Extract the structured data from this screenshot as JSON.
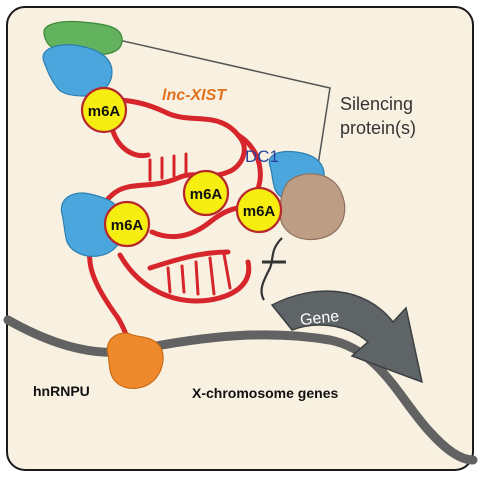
{
  "labels": {
    "lnc_xist": "lnc-XIST",
    "silencing_line1": "Silencing",
    "silencing_line2": "protein(s)",
    "dc1": "DC1",
    "gene": "Gene",
    "hnrnpu": "hnRNPU",
    "x_chromosome_genes": "X-chromosome genes"
  },
  "m6a_sites": [
    {
      "label": "m6A"
    },
    {
      "label": "m6A"
    },
    {
      "label": "m6A"
    },
    {
      "label": "m6A"
    }
  ],
  "colors": {
    "panel_background": "#f8f1e1",
    "panel_border": "#1a1a1a",
    "rna": "#d7262b",
    "m6a_fill": "#f7ee11",
    "m6a_stroke": "#b7282d",
    "blue_protein": "#4aa6dc",
    "green_protein": "#63b25e",
    "tan_protein": "#bd9d83",
    "orange_protein": "#ef8a2c",
    "chromosome": "#626262",
    "gene_arrow": "#5f6466",
    "lnc_xist_text": "#e2721d",
    "dc1_text": "#2a3f9e"
  }
}
